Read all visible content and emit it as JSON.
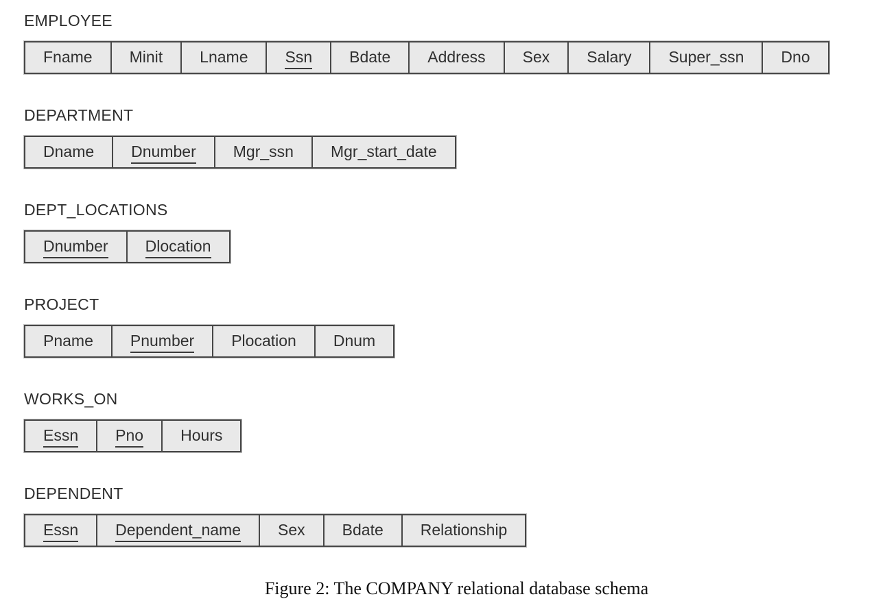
{
  "figure": {
    "caption": "Figure 2: The COMPANY relational database schema"
  },
  "colors": {
    "cell_fill": "#e9e9e9",
    "cell_border": "#474747",
    "text": "#303030"
  },
  "tables": [
    {
      "name": "EMPLOYEE",
      "attributes": [
        {
          "label": "Fname",
          "pk": false
        },
        {
          "label": "Minit",
          "pk": false
        },
        {
          "label": "Lname",
          "pk": false
        },
        {
          "label": "Ssn",
          "pk": true
        },
        {
          "label": "Bdate",
          "pk": false
        },
        {
          "label": "Address",
          "pk": false
        },
        {
          "label": "Sex",
          "pk": false
        },
        {
          "label": "Salary",
          "pk": false
        },
        {
          "label": "Super_ssn",
          "pk": false
        },
        {
          "label": "Dno",
          "pk": false
        }
      ]
    },
    {
      "name": "DEPARTMENT",
      "attributes": [
        {
          "label": "Dname",
          "pk": false
        },
        {
          "label": "Dnumber",
          "pk": true
        },
        {
          "label": "Mgr_ssn",
          "pk": false
        },
        {
          "label": "Mgr_start_date",
          "pk": false
        }
      ]
    },
    {
      "name": "DEPT_LOCATIONS",
      "attributes": [
        {
          "label": "Dnumber",
          "pk": true
        },
        {
          "label": "Dlocation",
          "pk": true
        }
      ]
    },
    {
      "name": "PROJECT",
      "attributes": [
        {
          "label": "Pname",
          "pk": false
        },
        {
          "label": "Pnumber",
          "pk": true
        },
        {
          "label": "Plocation",
          "pk": false
        },
        {
          "label": "Dnum",
          "pk": false
        }
      ]
    },
    {
      "name": "WORKS_ON",
      "attributes": [
        {
          "label": "Essn",
          "pk": true
        },
        {
          "label": "Pno",
          "pk": true
        },
        {
          "label": "Hours",
          "pk": false
        }
      ]
    },
    {
      "name": "DEPENDENT",
      "attributes": [
        {
          "label": "Essn",
          "pk": true
        },
        {
          "label": "Dependent_name",
          "pk": true
        },
        {
          "label": "Sex",
          "pk": false
        },
        {
          "label": "Bdate",
          "pk": false
        },
        {
          "label": "Relationship",
          "pk": false
        }
      ]
    }
  ]
}
